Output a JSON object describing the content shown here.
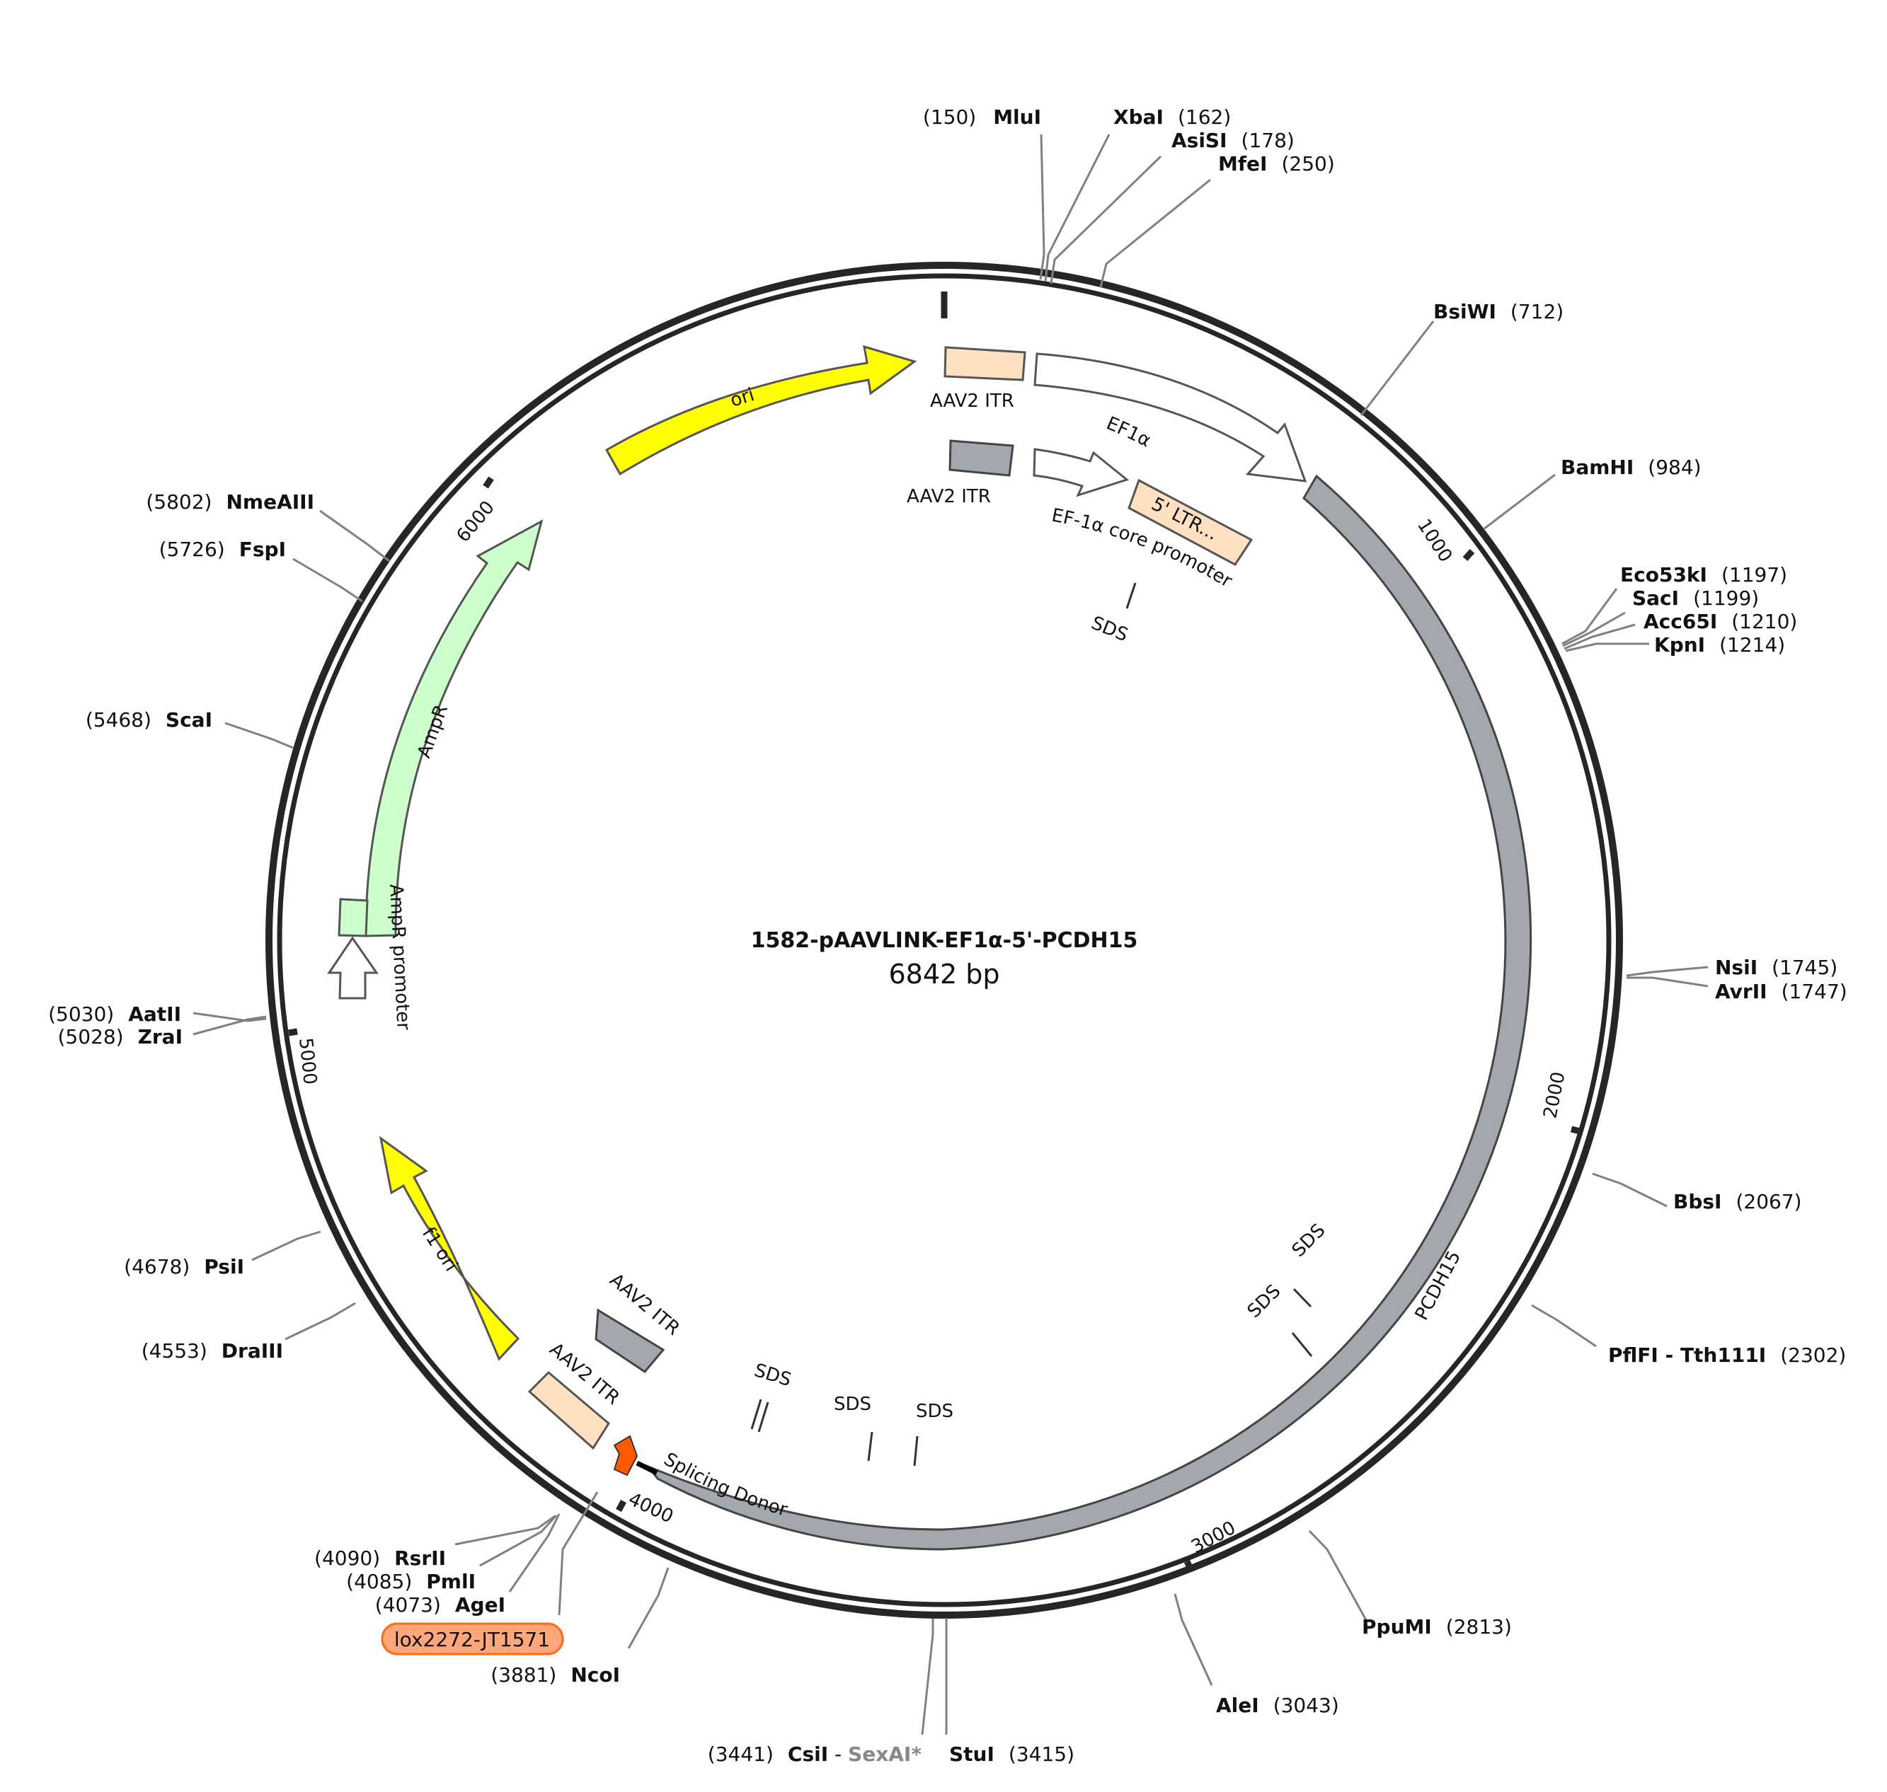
{
  "plasmid": {
    "name": "1582-pAAVLINK-EF1α-5'-PCDH15",
    "size_label": "6842 bp",
    "length": 6842
  },
  "colors": {
    "backbone": "#262626",
    "ori": "#ffff00",
    "ampr": "#ccffcc",
    "itr_orange": "#ffe0c0",
    "itr_gray": "#a2a8ae",
    "pcdh15": "#a2a8ae",
    "promoter": "#ffffff",
    "lox_fill": "#ffa77a",
    "lox_stroke": "#ff6a1a",
    "splice_donor": "#ff5a00",
    "leader": "#808080",
    "muted_site": "#888888"
  },
  "tick_labels": [
    "1000",
    "2000",
    "3000",
    "4000",
    "5000",
    "6000"
  ],
  "sites": [
    {
      "name": "MluI",
      "pos": "(150)"
    },
    {
      "name": "XbaI",
      "pos": "(162)"
    },
    {
      "name": "AsiSI",
      "pos": "(178)"
    },
    {
      "name": "MfeI",
      "pos": "(250)"
    },
    {
      "name": "BsiWI",
      "pos": "(712)"
    },
    {
      "name": "BamHI",
      "pos": "(984)"
    },
    {
      "name": "Eco53kI",
      "pos": "(1197)"
    },
    {
      "name": "SacI",
      "pos": "(1199)"
    },
    {
      "name": "Acc65I",
      "pos": "(1210)"
    },
    {
      "name": "KpnI",
      "pos": "(1214)"
    },
    {
      "name": "NsiI",
      "pos": "(1745)"
    },
    {
      "name": "AvrII",
      "pos": "(1747)"
    },
    {
      "name": "BbsI",
      "pos": "(2067)"
    },
    {
      "name": "PflFI - Tth111I",
      "pos": "(2302)"
    },
    {
      "name": "PpuMI",
      "pos": "(2813)"
    },
    {
      "name": "AleI",
      "pos": "(3043)"
    },
    {
      "name": "StuI",
      "pos": "(3415)"
    },
    {
      "name": "CsiI",
      "pos": "(3441)",
      "extra": "SexAI*"
    },
    {
      "name": "NcoI",
      "pos": "(3881)"
    },
    {
      "name": "AgeI",
      "pos": "(4073)"
    },
    {
      "name": "PmlI",
      "pos": "(4085)"
    },
    {
      "name": "RsrII",
      "pos": "(4090)"
    },
    {
      "name": "DraIII",
      "pos": "(4553)"
    },
    {
      "name": "PsiI",
      "pos": "(4678)"
    },
    {
      "name": "ZraI",
      "pos": "(5028)"
    },
    {
      "name": "AatII",
      "pos": "(5030)"
    },
    {
      "name": "ScaI",
      "pos": "(5468)"
    },
    {
      "name": "FspI",
      "pos": "(5726)"
    },
    {
      "name": "NmeAIII",
      "pos": "(5802)"
    }
  ],
  "sites_extra_separator": " - ",
  "features": {
    "ori": "ori",
    "aav2_itr": "AAV2 ITR",
    "ef1a": "EF1α",
    "ef1a_core": "EF-1α core promoter",
    "ltr5": "5' LTR...",
    "sds": "SDS",
    "pcdh15": "PCDH15",
    "ampr": "AmpR",
    "ampr_promoter": "AmpR promoter",
    "f1_ori": "f1 ori",
    "splicing_donor": "Splicing Donor",
    "lox": "lox2272-JT1571"
  }
}
